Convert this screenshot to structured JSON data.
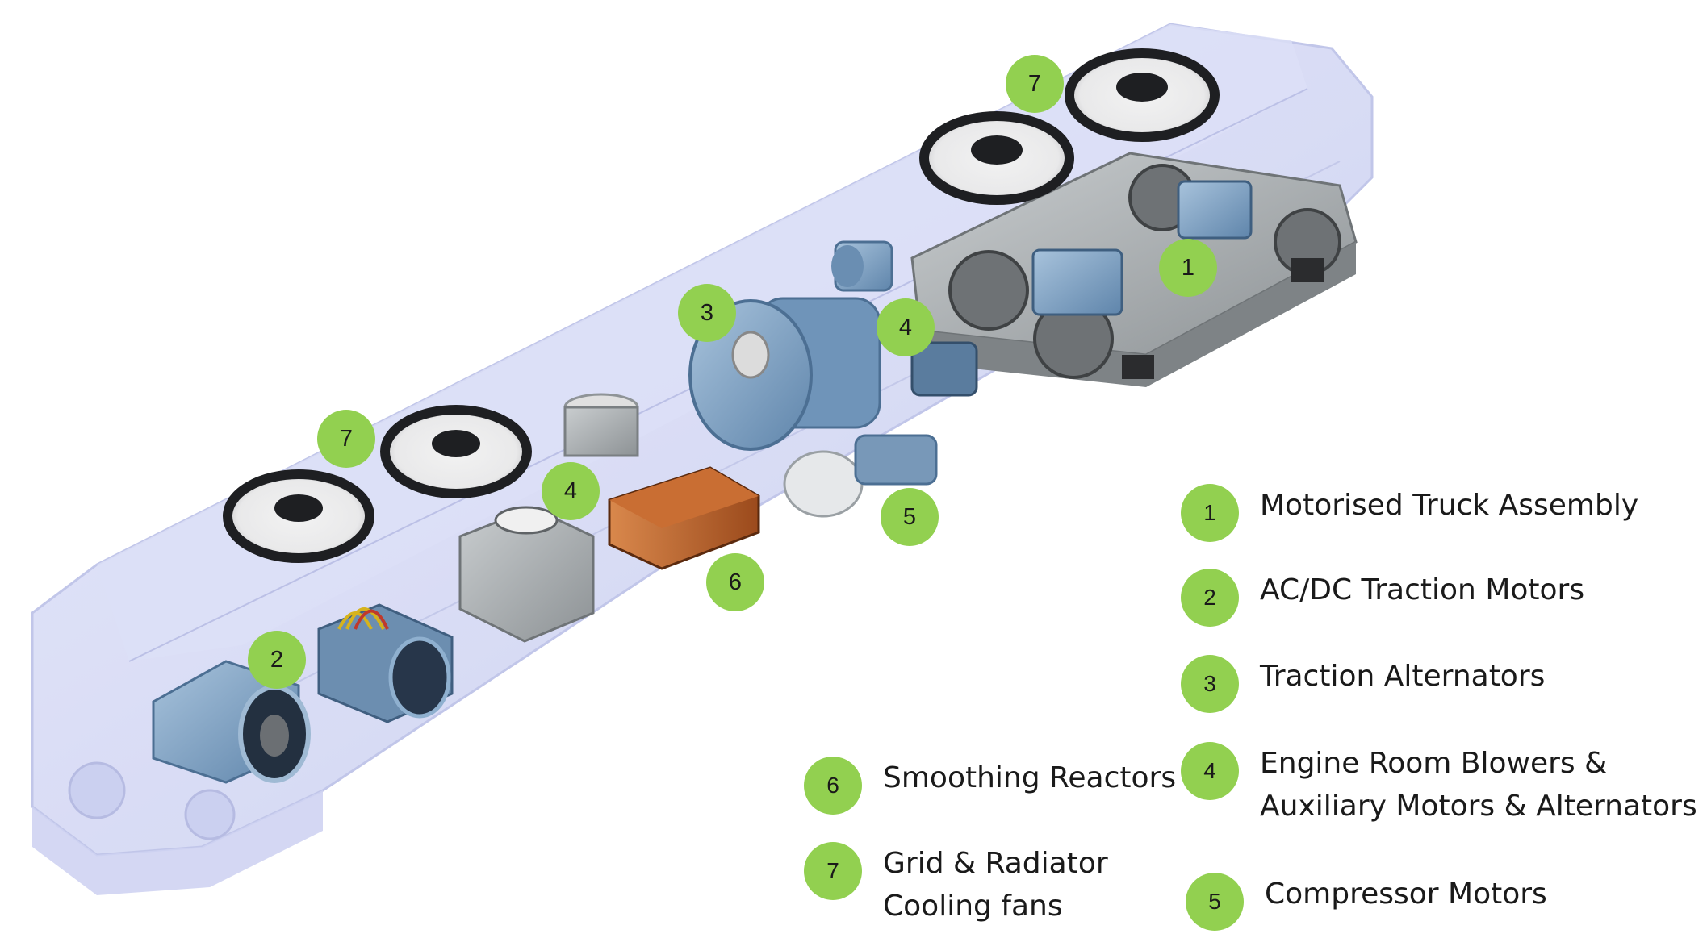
{
  "colors": {
    "marker_fill": "#92d050",
    "marker_text": "#1a1a1a",
    "body_shell": "#c9cdf0",
    "body_edge": "#aab0de",
    "motor_blue": "#7fa3c6",
    "motor_dark": "#4c6f93",
    "reactor_copper": "#b8622a",
    "enclosure_grey": "#9ea3a6",
    "truck_frame": "#a7afb3",
    "fan_black": "#1e1f22"
  },
  "markers": [
    {
      "id": "m1",
      "number": "1"
    },
    {
      "id": "m2",
      "number": "2"
    },
    {
      "id": "m3",
      "number": "3"
    },
    {
      "id": "m4a",
      "number": "4"
    },
    {
      "id": "m4b",
      "number": "4"
    },
    {
      "id": "m5",
      "number": "5"
    },
    {
      "id": "m6",
      "number": "6"
    },
    {
      "id": "m7a",
      "number": "7"
    },
    {
      "id": "m7b",
      "number": "7"
    }
  ],
  "legend": [
    {
      "number": "1",
      "lines": [
        "Motorised Truck Assembly"
      ]
    },
    {
      "number": "2",
      "lines": [
        "AC/DC Traction Motors"
      ]
    },
    {
      "number": "3",
      "lines": [
        "Traction Alternators"
      ]
    },
    {
      "number": "4",
      "lines": [
        "Engine Room Blowers  &",
        "Auxiliary Motors & Alternators"
      ]
    },
    {
      "number": "5",
      "lines": [
        "Compressor  Motors"
      ]
    },
    {
      "number": "6",
      "lines": [
        "Smoothing Reactors"
      ]
    },
    {
      "number": "7",
      "lines": [
        "Grid & Radiator",
        "Cooling fans"
      ]
    }
  ]
}
